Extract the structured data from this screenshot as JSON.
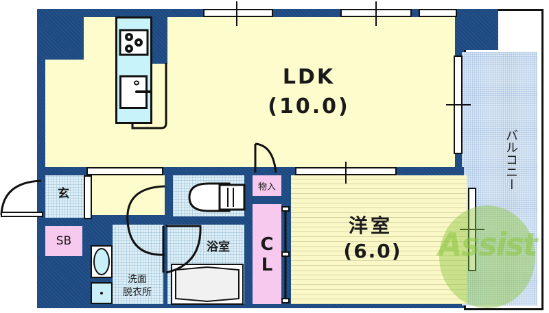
{
  "floor_plan": {
    "rooms": [
      {
        "id": "ldk",
        "name": "LDK",
        "size": "(10.0)"
      },
      {
        "id": "western_room",
        "name": "洋室",
        "size": "(6.0)"
      },
      {
        "id": "balcony",
        "name": "バルコニー"
      },
      {
        "id": "entrance",
        "name": "玄"
      },
      {
        "id": "shoe_box",
        "name": "SB"
      },
      {
        "id": "storage",
        "name": "物入"
      },
      {
        "id": "closet",
        "name_line1": "C",
        "name_line2": "L"
      },
      {
        "id": "bathroom",
        "name": "浴室"
      },
      {
        "id": "washroom",
        "name_line1": "洗面",
        "name_line2": "脱衣所"
      }
    ],
    "watermark": {
      "text": "Assist",
      "color": "#8cc63f"
    },
    "colors": {
      "wall": "#1d4a82",
      "ldk_floor": "#fdfccc",
      "western_floor": "#fbf8c8",
      "wet_area": "#dfeff7",
      "storage": "#f7c9ef",
      "balcony": "#dbe9f6"
    }
  }
}
